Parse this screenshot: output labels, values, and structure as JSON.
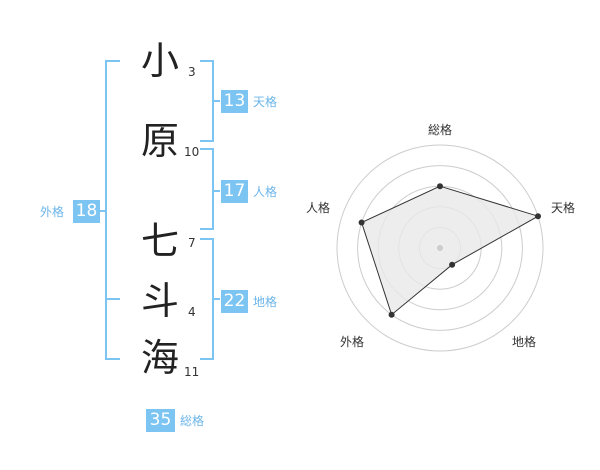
{
  "name": {
    "characters": [
      {
        "char": "小",
        "strokes": "3"
      },
      {
        "char": "原",
        "strokes": "10"
      },
      {
        "char": "七",
        "strokes": "7"
      },
      {
        "char": "斗",
        "strokes": "4"
      },
      {
        "char": "海",
        "strokes": "11"
      }
    ]
  },
  "fortunes": {
    "tenkaku": {
      "label": "天格",
      "value": "13"
    },
    "jinkaku": {
      "label": "人格",
      "value": "17"
    },
    "chikaku": {
      "label": "地格",
      "value": "22"
    },
    "gaikaku": {
      "label": "外格",
      "value": "18"
    },
    "soukaku": {
      "label": "総格",
      "value": "35"
    }
  },
  "radar": {
    "axes": [
      "総格",
      "天格",
      "地格",
      "外格",
      "人格"
    ],
    "values": [
      0.6,
      1.0,
      0.2,
      0.8,
      0.8
    ],
    "max": 1,
    "rings": 5,
    "line_color": "#333333",
    "fill_color": "#e8e8e8",
    "ring_color": "#cccccc"
  },
  "colors": {
    "bracket": "#7cc4f2",
    "box": "#7cc4f2",
    "label": "#6bb5ea"
  }
}
